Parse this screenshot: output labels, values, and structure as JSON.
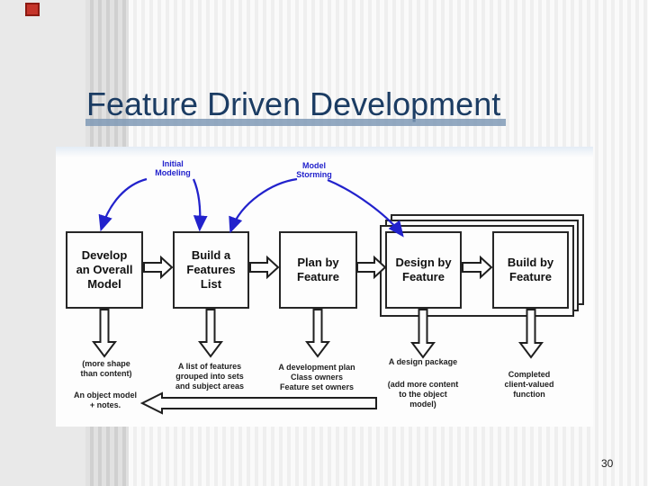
{
  "slide": {
    "title": "Feature Driven Development",
    "page_number": "30"
  },
  "colors": {
    "title_text": "#1b3c63",
    "title_underline": "#8ea7c2",
    "annotation_arrow_blue": "#2222cc",
    "box_border": "#262626",
    "red_square": "#c5342a"
  },
  "diagram": {
    "annotation_arrows": [
      {
        "label": "Initial\nModeling"
      },
      {
        "label": "Model\nStorming"
      }
    ],
    "process_boxes": [
      {
        "label": "Develop\nan Overall\nModel"
      },
      {
        "label": "Build a\nFeatures\nList"
      },
      {
        "label": "Plan by\nFeature"
      },
      {
        "label": "Design by\nFeature"
      },
      {
        "label": "Build by\nFeature"
      }
    ],
    "output_captions": [
      {
        "text": "(more shape\nthan content)"
      },
      {
        "text": "An object model\n+ notes."
      },
      {
        "text": "A list of features\ngrouped into sets\nand subject areas"
      },
      {
        "text": "A development plan\nClass owners\nFeature set owners"
      },
      {
        "text": "A design package"
      },
      {
        "text": "(add more content\nto the object\nmodel)"
      },
      {
        "text": "Completed\nclient-valued\nfunction"
      }
    ]
  }
}
